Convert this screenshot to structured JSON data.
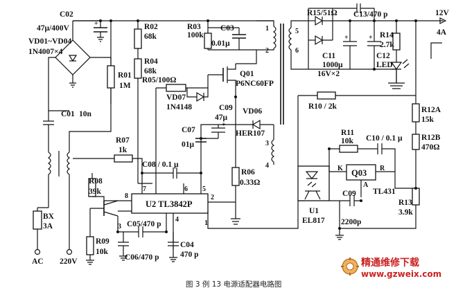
{
  "diagram": {
    "caption": "图 3  例 13 电源适配器电路图",
    "watermark": {
      "title": "精通维修下载",
      "url": "www.gzweix.com",
      "brand_color": "#cc2222"
    },
    "components": {
      "c02_name": "C02",
      "c02_value": "47μ/400V",
      "vd_name": "VD01~VD04",
      "vd_value": "1N4007×4",
      "c01_name": "C01",
      "c01_value": "10n",
      "r01_name": "R01",
      "r01_value": "1M",
      "r02_name": "R02",
      "r02_value": "68k",
      "r04_name": "R04",
      "r04_value": "68k",
      "r03_name": "R03",
      "r03_value": "100k",
      "c03_name": "C03",
      "c03_value": "0.01μ",
      "r05_label": "R05/100Ω",
      "q01_name": "Q01",
      "q01_value": "P6NC60FP",
      "vd07_name": "VD07",
      "vd07_value": "1N4148",
      "c09_name": "C09",
      "c09_value": "47μ",
      "vd06_name": "VD06",
      "vd06_value": "HER107",
      "c07_name": "C07",
      "c07_value": "01μ",
      "r07_name": "R07",
      "r07_value": "1k",
      "c08_label": "C08 / 0.1 μ",
      "r06_name": "R06",
      "r06_value": "0.33Ω",
      "r08_name": "R08",
      "r08_value": "39k",
      "u2_label": "U2 TL3842P",
      "r09_name": "R09",
      "r09_value": "10k",
      "c05_label": "C05/470 p",
      "c06_label": "C06/470 p",
      "c04_name": "C04",
      "c04_value": "470 p",
      "bx_name": "BX",
      "bx_value": "3A",
      "ac_label": "AC",
      "v220_label": "220V",
      "r15_label": "R15/51Ω",
      "c13_label": "C13/470 p",
      "v12_label": "12V",
      "a4_label": "4A",
      "r14_name": "R14",
      "r14_value": "2.7k",
      "c11_name": "C11",
      "c11_value": "1000μ",
      "c11_value2": "16V×2",
      "c12_name": "C12",
      "led_label": "LED",
      "r10_label": "R10 / 2k",
      "r12a_name": "R12A",
      "r12a_value": "15k",
      "r12b_name": "R12B",
      "r12b_value": "470Ω",
      "r11_name": "R11",
      "r11_value": "10k",
      "c10_label": "C10 / 0.1 μ",
      "q03_name": "Q03",
      "k_label": "K",
      "r_label": "R",
      "a_label": "A",
      "tl431_label": "TL431",
      "r13_name": "R13",
      "r13_value": "3.9k",
      "c09b_name": "C09",
      "c09b_value": "2200p",
      "u1_name": "U1",
      "u1_value": "EL817"
    },
    "pins": {
      "u2_pin8": "8",
      "u2_pin7": "7",
      "u2_pin6": "6",
      "u2_pin5": "5",
      "u2_pin2": "2",
      "u2_pin1": "1",
      "u2_pin4": "4",
      "u2_pin3": "3",
      "t_pin1": "1",
      "t_pin2": "2",
      "t_pin3": "3",
      "t_pin4": "4",
      "t_pin5": "5",
      "t_pin6": "6"
    }
  }
}
